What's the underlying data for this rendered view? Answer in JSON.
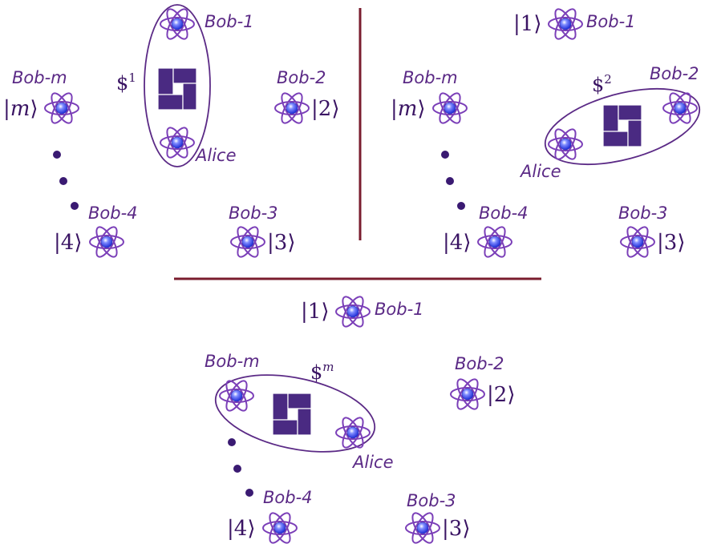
{
  "colors": {
    "divider": "#7a1c2e",
    "ellipse": "#5b2a86",
    "atom_orbit": "#7b3fb8",
    "atom_nucleus": "#4a5cff",
    "channel_box": "#4a2a82",
    "dots": "#3a1a72",
    "text": "#3a1463",
    "label": "#5b2a86"
  },
  "icons": {
    "atom": "atom-icon",
    "channel": "quantum-channel-box-icon"
  },
  "panels": [
    {
      "id": "panel-1",
      "channel": {
        "symbol": "$",
        "superscript": "1"
      },
      "alice": {
        "label": "Alice"
      },
      "bobs": [
        {
          "id": "bob-1",
          "label": "Bob-1",
          "ket": "",
          "in_ellipse": true
        },
        {
          "id": "bob-2",
          "label": "Bob-2",
          "ket": "2"
        },
        {
          "id": "bob-3",
          "label": "Bob-3",
          "ket": "3"
        },
        {
          "id": "bob-4",
          "label": "Bob-4",
          "ket": "4"
        },
        {
          "id": "bob-m",
          "label": "Bob-m",
          "ket": "m"
        }
      ]
    },
    {
      "id": "panel-2",
      "channel": {
        "symbol": "$",
        "superscript": "2"
      },
      "alice": {
        "label": "Alice"
      },
      "bobs": [
        {
          "id": "bob-1",
          "label": "Bob-1",
          "ket": "1"
        },
        {
          "id": "bob-2",
          "label": "Bob-2",
          "ket": "",
          "in_ellipse": true
        },
        {
          "id": "bob-3",
          "label": "Bob-3",
          "ket": "3"
        },
        {
          "id": "bob-4",
          "label": "Bob-4",
          "ket": "4"
        },
        {
          "id": "bob-m",
          "label": "Bob-m",
          "ket": "m"
        }
      ]
    },
    {
      "id": "panel-3",
      "channel": {
        "symbol": "$",
        "superscript": "m"
      },
      "alice": {
        "label": "Alice"
      },
      "bobs": [
        {
          "id": "bob-1",
          "label": "Bob-1",
          "ket": "1"
        },
        {
          "id": "bob-2",
          "label": "Bob-2",
          "ket": "2"
        },
        {
          "id": "bob-3",
          "label": "Bob-3",
          "ket": "3"
        },
        {
          "id": "bob-4",
          "label": "Bob-4",
          "ket": "4"
        },
        {
          "id": "bob-m",
          "label": "Bob-m",
          "ket": "",
          "in_ellipse": true
        }
      ]
    }
  ]
}
